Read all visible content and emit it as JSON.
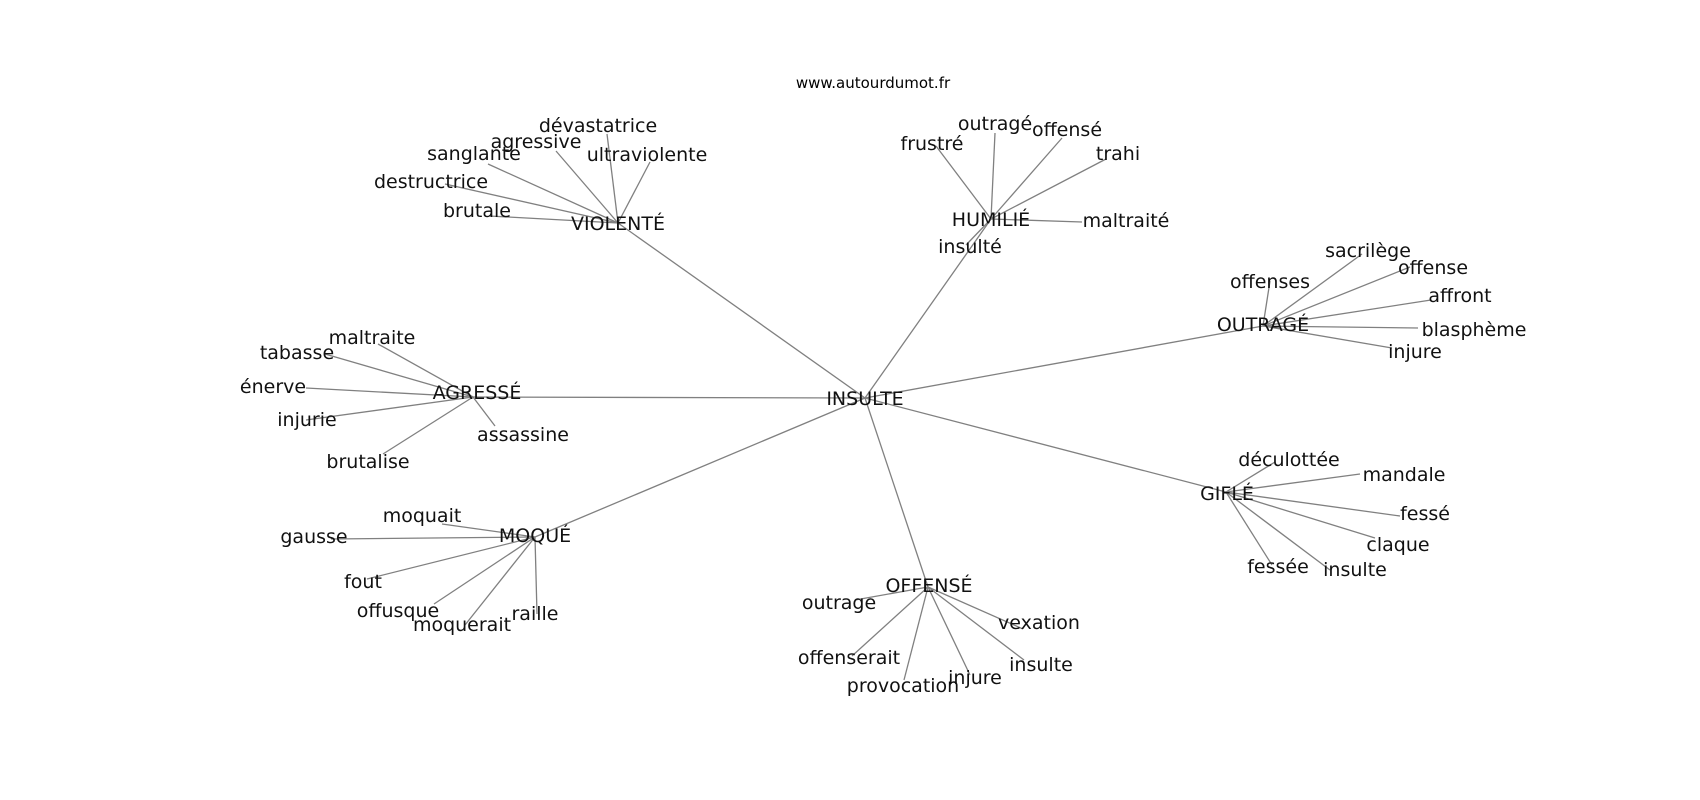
{
  "site": "www.autourdumot.fr",
  "graph": {
    "center": "INSULTE",
    "clusters": [
      {
        "hub": "VIOLENTÉ",
        "words": [
          "dévastatrice",
          "agressive",
          "sanglante",
          "ultraviolente",
          "destructrice",
          "brutale"
        ]
      },
      {
        "hub": "HUMILIÉ",
        "words": [
          "outragé",
          "offensé",
          "frustré",
          "trahi",
          "maltraité",
          "insulté"
        ]
      },
      {
        "hub": "OUTRAGÉ",
        "words": [
          "sacrilège",
          "offense",
          "offenses",
          "affront",
          "blasphème",
          "injure"
        ]
      },
      {
        "hub": "AGRESSÉ",
        "words": [
          "maltraite",
          "tabasse",
          "énerve",
          "injurie",
          "assassine",
          "brutalise"
        ]
      },
      {
        "hub": "GIFLÉ",
        "words": [
          "déculottée",
          "mandale",
          "fessé",
          "claque",
          "fessée",
          "insulte"
        ]
      },
      {
        "hub": "MOQUÉ",
        "words": [
          "moquait",
          "gausse",
          "fout",
          "offusque",
          "moquerait",
          "raille"
        ]
      },
      {
        "hub": "OFFENSÉ",
        "words": [
          "outrage",
          "vexation",
          "offenserait",
          "insulte",
          "injure",
          "provocation"
        ]
      }
    ]
  }
}
